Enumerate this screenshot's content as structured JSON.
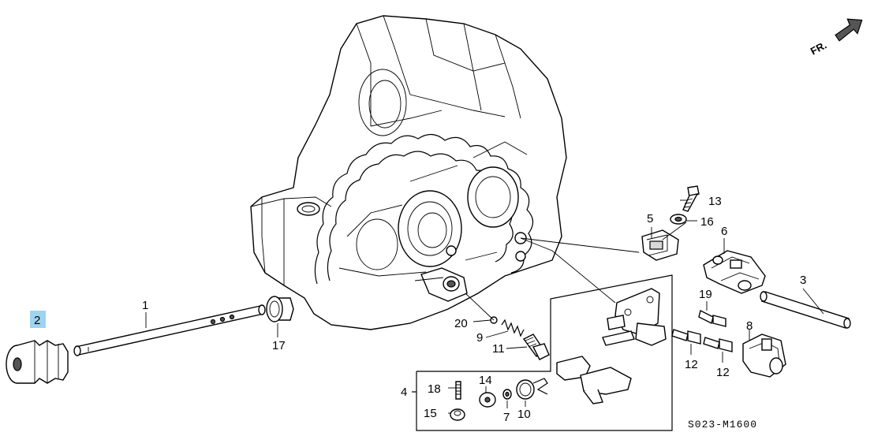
{
  "diagram": {
    "orientation_label": "FR.",
    "drawing_code": "S023-M1600",
    "highlight_color": "#9fd3f0",
    "highlighted_part": "2",
    "callouts": [
      {
        "id": "1",
        "text": "1"
      },
      {
        "id": "2",
        "text": "2"
      },
      {
        "id": "3",
        "text": "3"
      },
      {
        "id": "4",
        "text": "4"
      },
      {
        "id": "5",
        "text": "5"
      },
      {
        "id": "6",
        "text": "6"
      },
      {
        "id": "7",
        "text": "7"
      },
      {
        "id": "8",
        "text": "8"
      },
      {
        "id": "9",
        "text": "9"
      },
      {
        "id": "10",
        "text": "10"
      },
      {
        "id": "11",
        "text": "11"
      },
      {
        "id": "12a",
        "text": "12"
      },
      {
        "id": "12b",
        "text": "12"
      },
      {
        "id": "13",
        "text": "13"
      },
      {
        "id": "14",
        "text": "14"
      },
      {
        "id": "15",
        "text": "15"
      },
      {
        "id": "16",
        "text": "16"
      },
      {
        "id": "17",
        "text": "17"
      },
      {
        "id": "18",
        "text": "18"
      },
      {
        "id": "19",
        "text": "19"
      },
      {
        "id": "20",
        "text": "20"
      }
    ]
  }
}
